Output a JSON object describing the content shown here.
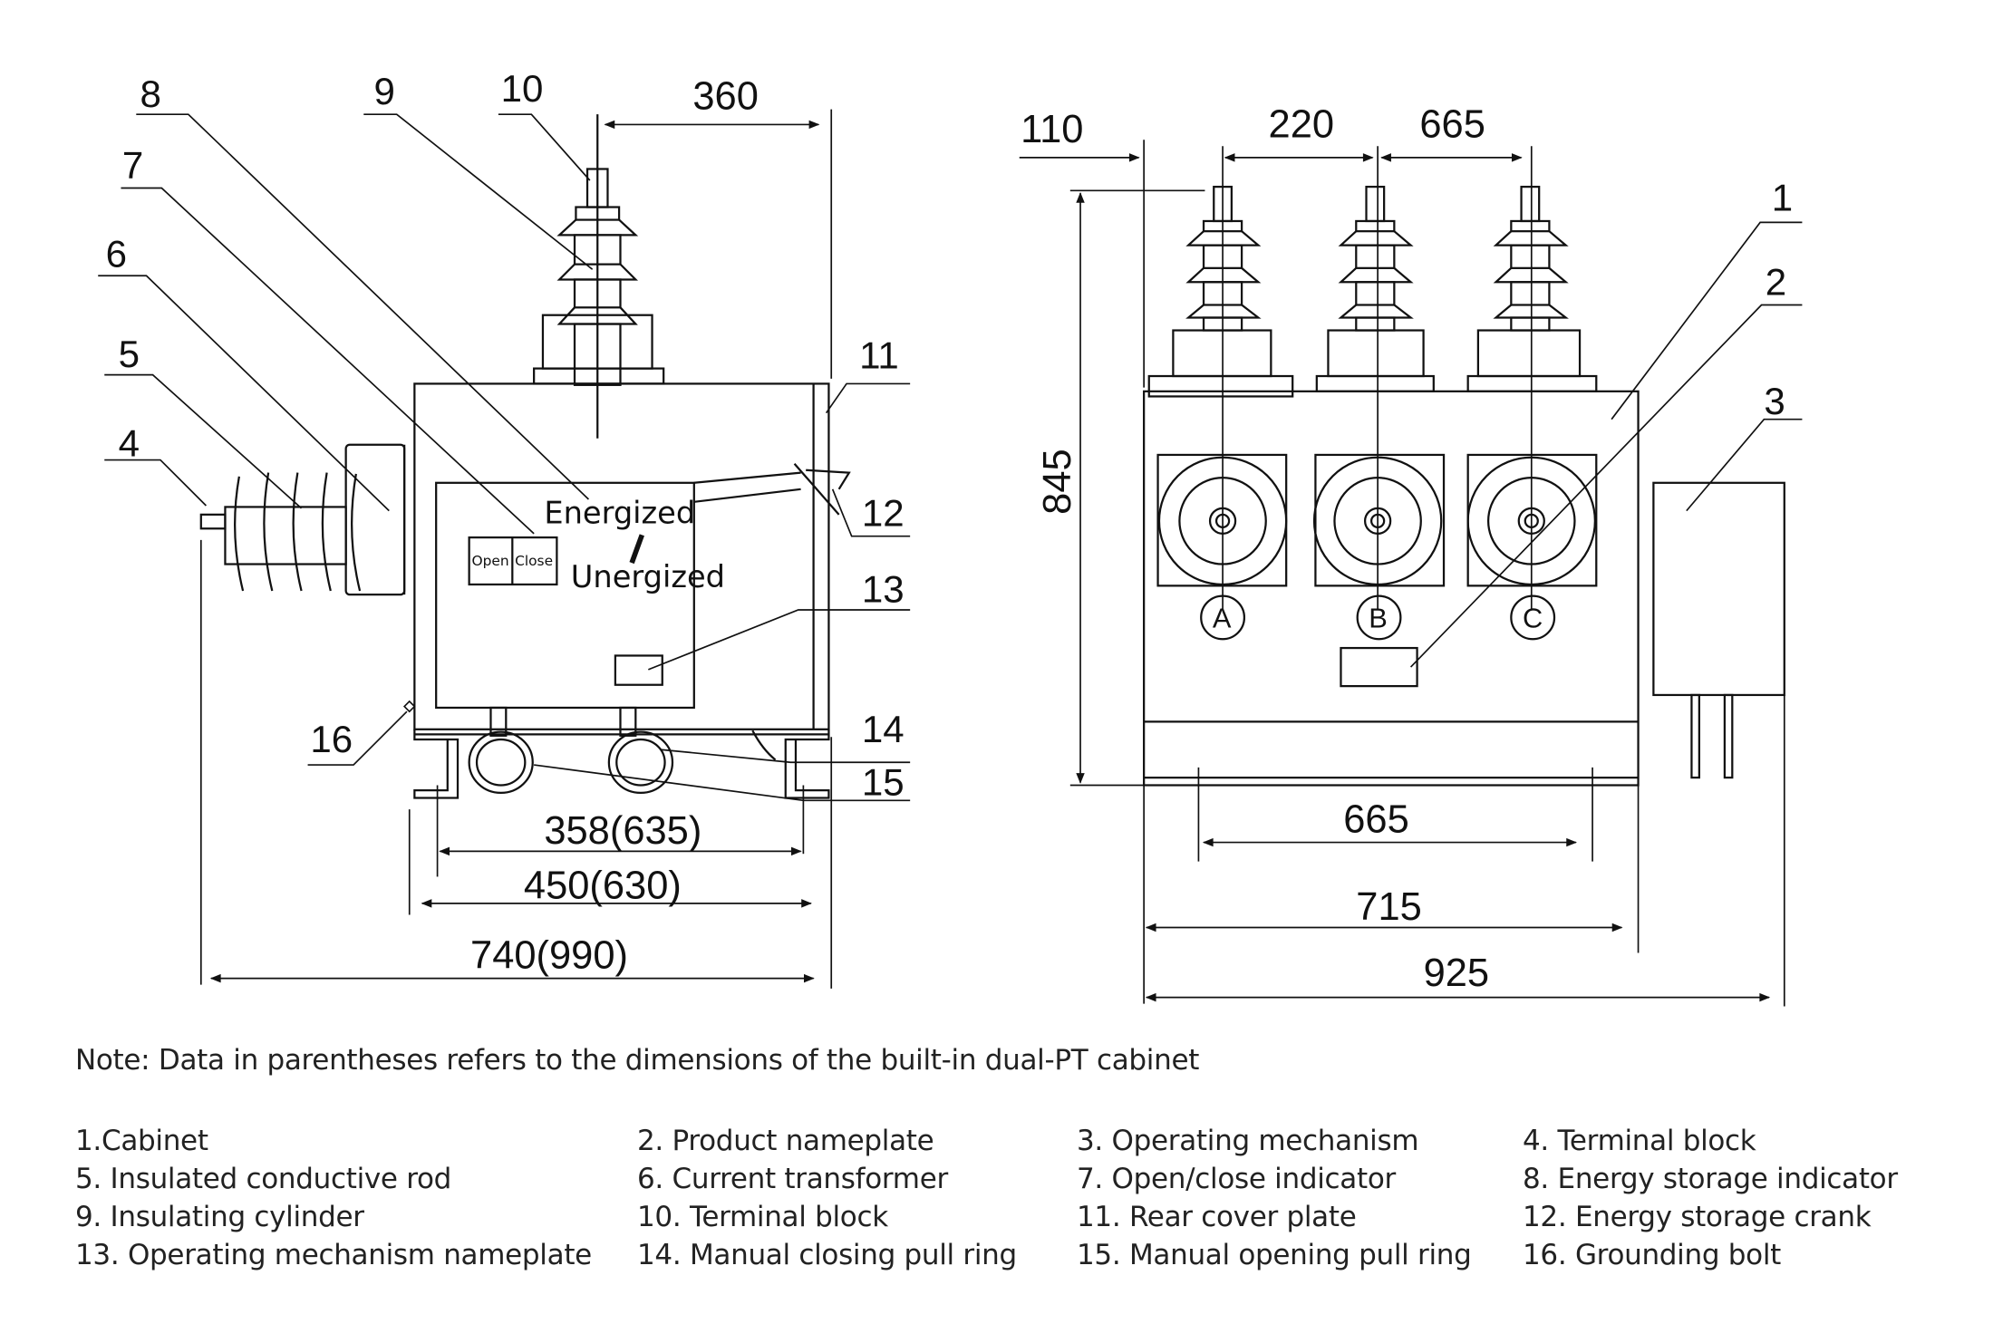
{
  "diagram": {
    "side_view": {
      "callouts": [
        "4",
        "5",
        "6",
        "7",
        "8",
        "9",
        "10",
        "11",
        "12",
        "13",
        "14",
        "15",
        "16"
      ],
      "dimensions": {
        "top_offset": "360",
        "bottom_inner": "358(635)",
        "bottom_mid": "450(630)",
        "bottom_overall": "740(990)"
      },
      "indicator_labels": {
        "open": "Open",
        "close": "Close",
        "energized": "Energized",
        "unenergized": "Unergized"
      }
    },
    "front_view": {
      "callouts": [
        "1",
        "2",
        "3"
      ],
      "phases": [
        "A",
        "B",
        "C"
      ],
      "dimensions": {
        "left_offset": "110",
        "phase_spacing_1": "220",
        "phase_spacing_2": "665",
        "height": "845",
        "base_span": "665",
        "cabinet_width": "715",
        "overall_width": "925"
      }
    }
  },
  "note": "Note: Data in parentheses refers to the dimensions of the built-in dual-PT cabinet",
  "legend": [
    [
      "1.Cabinet",
      "2. Product nameplate",
      "3. Operating mechanism",
      "4. Terminal block"
    ],
    [
      "5. Insulated conductive rod",
      "6. Current transformer",
      "7. Open/close indicator",
      "8. Energy storage indicator"
    ],
    [
      "9. Insulating cylinder",
      "10. Terminal block",
      "11. Rear cover plate",
      "12. Energy storage crank"
    ],
    [
      "13. Operating mechanism nameplate",
      "14. Manual closing pull ring",
      "15. Manual opening pull ring",
      "16. Grounding bolt"
    ]
  ]
}
